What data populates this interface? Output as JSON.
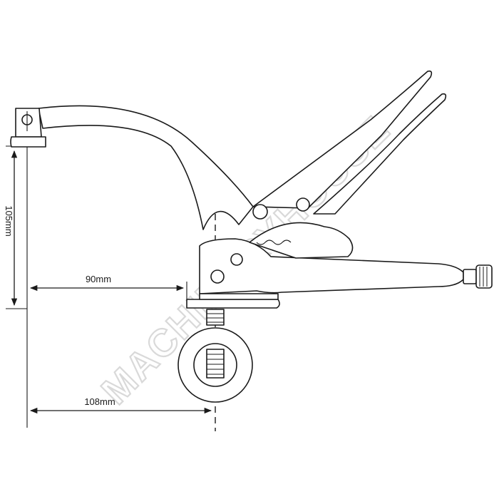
{
  "dimensions": {
    "vertical_label": "105mm",
    "horizontal_upper_label": "90mm",
    "horizontal_lower_label": "108mm"
  },
  "watermark": {
    "text": "MACHINERYHOUSE"
  },
  "colors": {
    "line": "#1a1a1a",
    "watermark": "#d9d9d9",
    "background": "#ffffff"
  }
}
